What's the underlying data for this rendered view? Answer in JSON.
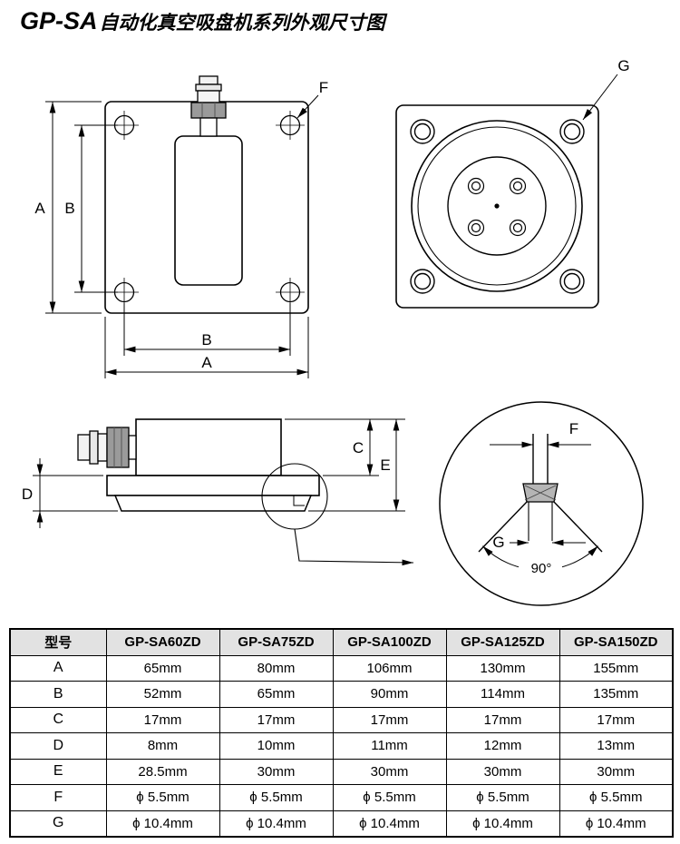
{
  "title": {
    "brand": "GP-SA",
    "text": "自动化真空吸盘机系列外观尺寸图"
  },
  "front_view": {
    "dim_a": "A",
    "dim_b": "B",
    "dim_b_bottom": "B",
    "dim_a_bottom": "A",
    "hole_label": "F"
  },
  "bottom_view": {
    "hole_label": "G"
  },
  "side_view": {
    "dim_c": "C",
    "dim_d": "D",
    "dim_e": "E"
  },
  "detail_view": {
    "dim_f": "F",
    "dim_g": "G",
    "angle_label": "90°"
  },
  "table": {
    "headers": [
      "型号",
      "GP-SA60ZD",
      "GP-SA75ZD",
      "GP-SA100ZD",
      "GP-SA125ZD",
      "GP-SA150ZD"
    ],
    "rows": [
      {
        "param": "A",
        "values": [
          "65mm",
          "80mm",
          "106mm",
          "130mm",
          "155mm"
        ]
      },
      {
        "param": "B",
        "values": [
          "52mm",
          "65mm",
          "90mm",
          "114mm",
          "135mm"
        ]
      },
      {
        "param": "C",
        "values": [
          "17mm",
          "17mm",
          "17mm",
          "17mm",
          "17mm"
        ]
      },
      {
        "param": "D",
        "values": [
          "8mm",
          "10mm",
          "11mm",
          "12mm",
          "13mm"
        ]
      },
      {
        "param": "E",
        "values": [
          "28.5mm",
          "30mm",
          "30mm",
          "30mm",
          "30mm"
        ]
      },
      {
        "param": "F",
        "values": [
          "ϕ 5.5mm",
          "ϕ 5.5mm",
          "ϕ 5.5mm",
          "ϕ 5.5mm",
          "ϕ 5.5mm"
        ]
      },
      {
        "param": "G",
        "values": [
          "ϕ 10.4mm",
          "ϕ 10.4mm",
          "ϕ 10.4mm",
          "ϕ 10.4mm",
          "ϕ 10.4mm"
        ]
      }
    ]
  }
}
